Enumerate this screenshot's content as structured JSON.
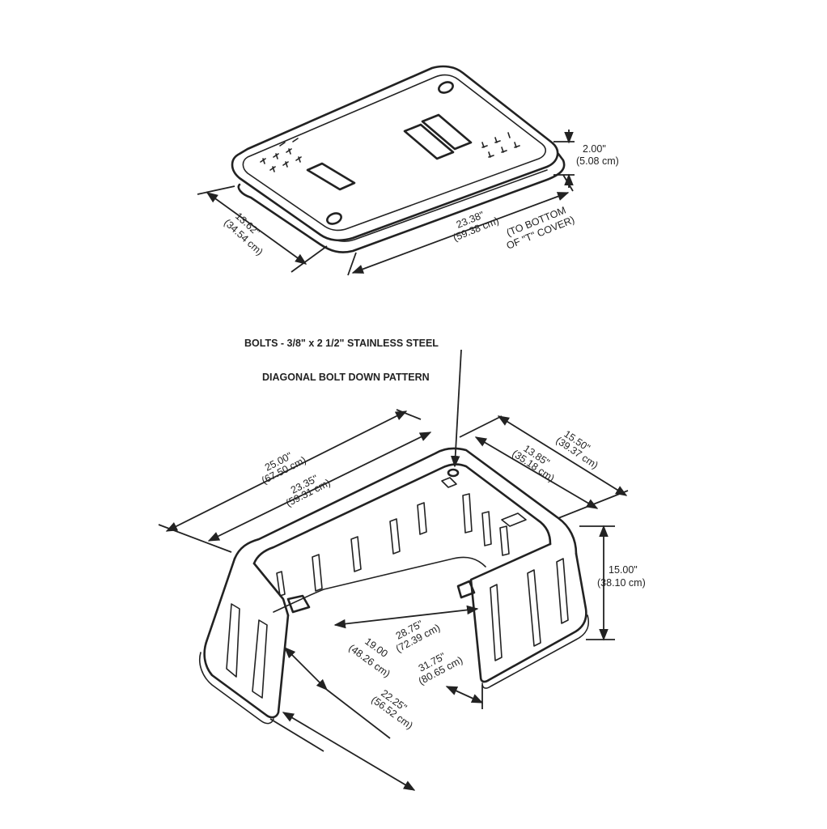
{
  "lid": {
    "height": {
      "in": "2.00\"",
      "cm": "(5.08 cm)"
    },
    "length": {
      "in": "23.38\"",
      "cm": "(59.38 cm)"
    },
    "length_note": {
      "line1": "(TO BOTTOM",
      "line2": "OF \"T\" COVER)"
    },
    "width": {
      "in": "13.62\"",
      "cm": "(34.54 cm)"
    }
  },
  "callouts": {
    "bolts": "BOLTS - 3/8\" x 2 1/2\" STAINLESS STEEL",
    "pattern": "DIAGONAL BOLT DOWN PATTERN"
  },
  "box": {
    "top_outer_length": {
      "in": "25.00\"",
      "cm": "(67.50 cm)"
    },
    "top_inner_length": {
      "in": "23.35\"",
      "cm": "(59.31 cm)"
    },
    "top_outer_width": {
      "in": "15.50\"",
      "cm": "(39.37 cm)"
    },
    "top_inner_width": {
      "in": "13.85\"",
      "cm": "(35.18 cm)"
    },
    "height": {
      "in": "15.00\"",
      "cm": "(38.10 cm)"
    },
    "bottom_inner_length": {
      "in": "28.75\"",
      "cm": "(72.39 cm)"
    },
    "bottom_outer_length": {
      "in": "31.75\"",
      "cm": "(80.65 cm)"
    },
    "bottom_inner_width": {
      "in": "19.00",
      "cm": "(48.26 cm)"
    },
    "bottom_outer_width": {
      "in": "22.25\"",
      "cm": "(56.52 cm)"
    }
  }
}
